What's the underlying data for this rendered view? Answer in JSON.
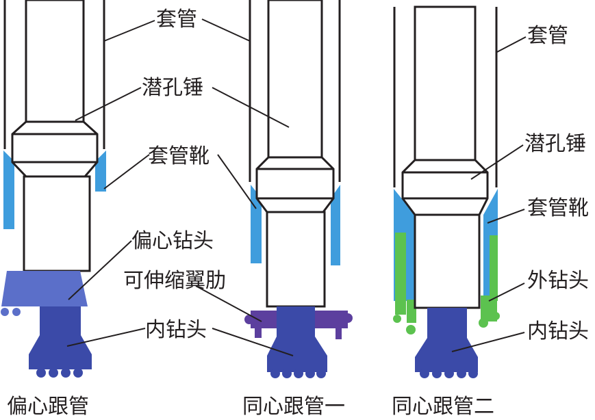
{
  "colors": {
    "line": "#231f20",
    "casing_shoe": "#3f9ddd",
    "eccentric_bit": "#5b6fc9",
    "inner_bit": "#3b4aa8",
    "wings": "#5c3f9e",
    "outer_bit": "#5cc24f"
  },
  "diagram_a": {
    "caption": "偏心跟管",
    "label_casing": "套管",
    "label_hammer": "潜孔锤",
    "label_shoe": "套管靴",
    "label_eccentric_bit": "偏心钻头",
    "label_inner_bit": "内钻头"
  },
  "diagram_b": {
    "caption": "同心跟管一",
    "label_wings": "可伸缩翼肋"
  },
  "diagram_c": {
    "caption": "同心跟管二",
    "label_casing": "套管",
    "label_hammer": "潜孔锤",
    "label_shoe": "套管靴",
    "label_outer_bit": "外钻头",
    "label_inner_bit": "内钻头"
  }
}
